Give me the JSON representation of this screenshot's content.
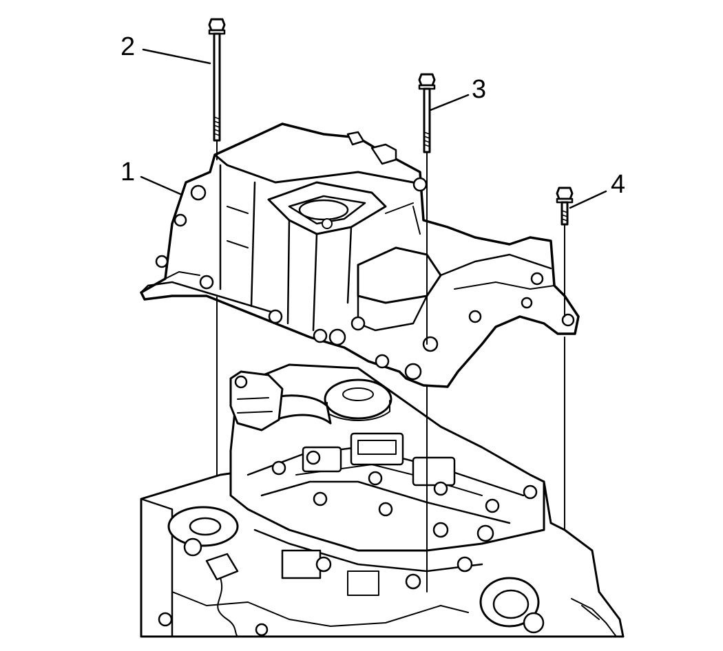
{
  "diagram": {
    "callouts": [
      {
        "id": "1",
        "label": "1"
      },
      {
        "id": "2",
        "label": "2"
      },
      {
        "id": "3",
        "label": "3"
      },
      {
        "id": "4",
        "label": "4"
      }
    ],
    "parts": {
      "1": "upper-oil-pan",
      "2": "long-bolt",
      "3": "medium-bolt",
      "4": "short-bolt"
    },
    "colors": {
      "line": "#000000",
      "background": "#ffffff"
    }
  }
}
